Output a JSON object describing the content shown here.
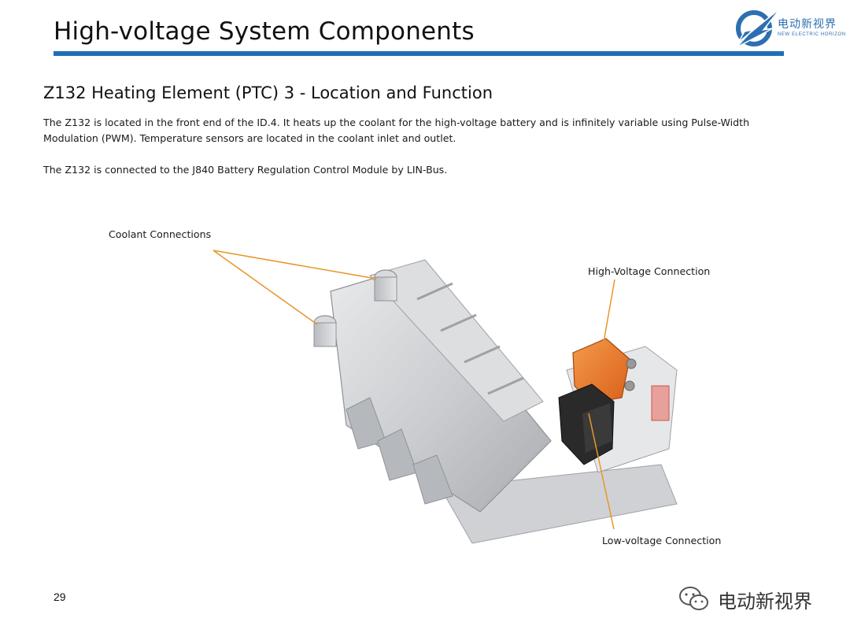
{
  "header": {
    "title": "High-voltage System Components",
    "accent_color": "#1e6fb6",
    "logo": {
      "icon": "lightning-globe-logo-icon",
      "name_cn": "电动新视界",
      "name_en": "NEW ELECTRIC HORIZON"
    }
  },
  "section": {
    "title": "Z132 Heating Element (PTC) 3 - Location and Function",
    "paragraph_1": "The Z132 is located in the front end of the ID.4.  It heats up the coolant for the high-voltage battery and is infinitely variable using Pulse-Width Modulation (PWM).  Temperature sensors are located in the coolant inlet and outlet.",
    "paragraph_2": "The Z132 is connected to the J840 Battery Regulation Control Module by LIN-Bus."
  },
  "figure": {
    "image": "ptc-heater-unit",
    "callout_color": "#e8962a",
    "callouts": {
      "coolant": "Coolant Connections",
      "high_voltage": "High-Voltage Connection",
      "low_voltage": "Low-voltage Connection"
    }
  },
  "footer": {
    "page_number": "29",
    "watermark": "电动新视界",
    "watermark_icon": "wechat-icon"
  }
}
